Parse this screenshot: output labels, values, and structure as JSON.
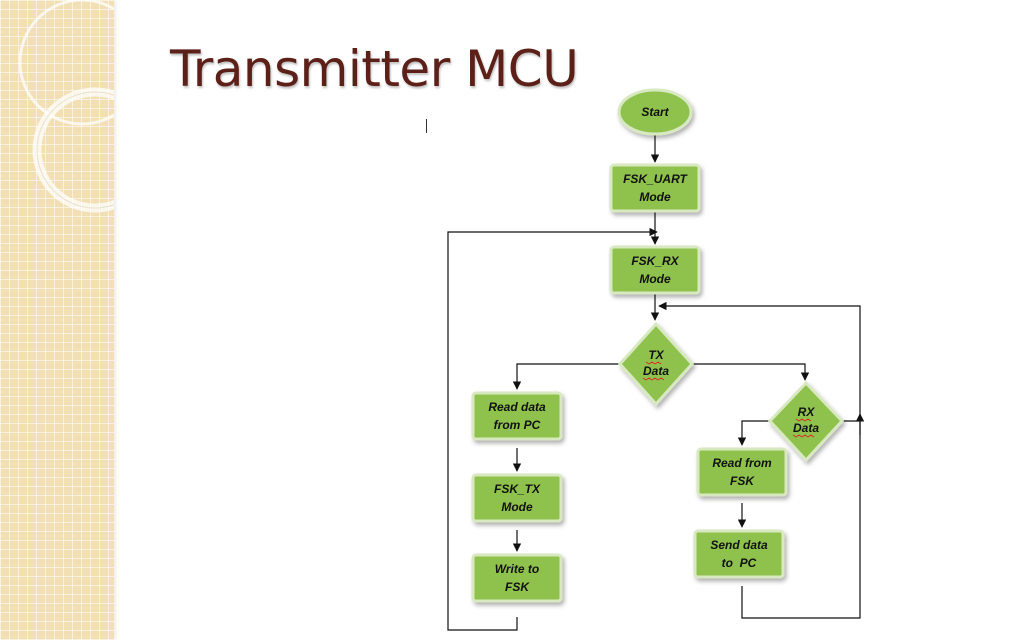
{
  "slide": {
    "title": "Transmitter MCU"
  },
  "flowchart": {
    "start": "Start",
    "fsk_uart_mode": [
      "FSK_UART",
      "Mode"
    ],
    "fsk_rx_mode": [
      "FSK_RX",
      "Mode"
    ],
    "tx_data": [
      "TX",
      "Data"
    ],
    "rx_data": [
      "RX",
      "Data"
    ],
    "read_data_from_pc": [
      "Read data",
      "from PC"
    ],
    "fsk_tx_mode": [
      "FSK_TX",
      "Mode"
    ],
    "write_to_fsk": [
      "Write to",
      "FSK"
    ],
    "read_from_fsk": [
      "Read from",
      "FSK"
    ],
    "send_data_to_pc": [
      "Send data",
      "to  PC"
    ]
  },
  "colors": {
    "title": "#5c2018",
    "node_fill": "#8fc24e",
    "node_border": "#d8e8c0",
    "sidebar": "#f2dfb4"
  }
}
